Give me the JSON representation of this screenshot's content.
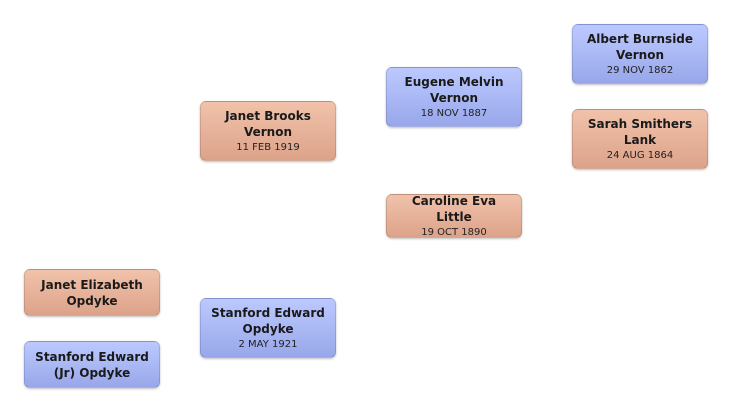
{
  "people": {
    "janet_elizabeth": {
      "name": "Janet Elizabeth\nOpdyke",
      "date": ""
    },
    "stanford_jr": {
      "name": "Stanford Edward\n(Jr)  Opdyke",
      "date": ""
    },
    "janet_brooks": {
      "name": "Janet Brooks\nVernon",
      "date": "11 FEB 1919"
    },
    "stanford_edward": {
      "name": "Stanford Edward\nOpdyke",
      "date": "2 MAY 1921"
    },
    "eugene": {
      "name": "Eugene Melvin\nVernon",
      "date": "18 NOV 1887"
    },
    "caroline": {
      "name": "Caroline Eva  Little",
      "date": "19 OCT 1890"
    },
    "albert": {
      "name": "Albert Burnside\nVernon",
      "date": "29 NOV 1862"
    },
    "sarah": {
      "name": "Sarah Smithers\nLank",
      "date": "24 AUG 1864"
    }
  },
  "colors": {
    "female": "#e8b59c",
    "male": "#a9b6f5"
  }
}
